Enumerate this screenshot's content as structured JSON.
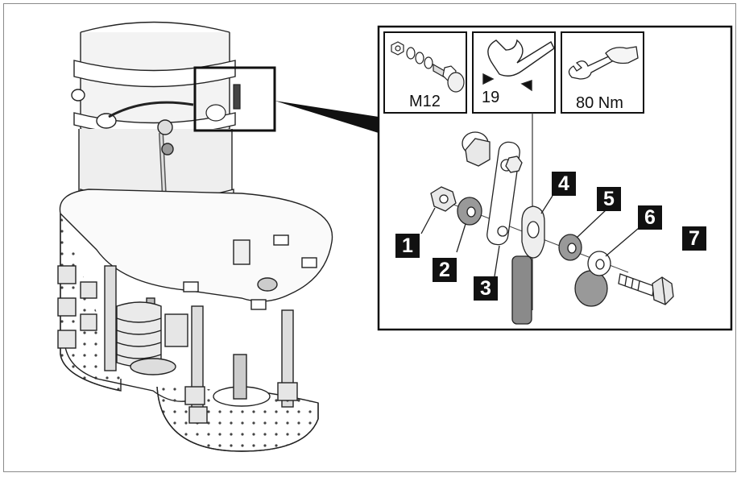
{
  "tools": {
    "fastener_size": "M12",
    "wrench_size": "19",
    "torque": "80 Nm"
  },
  "callouts": [
    "1",
    "2",
    "3",
    "4",
    "5",
    "6",
    "7"
  ]
}
